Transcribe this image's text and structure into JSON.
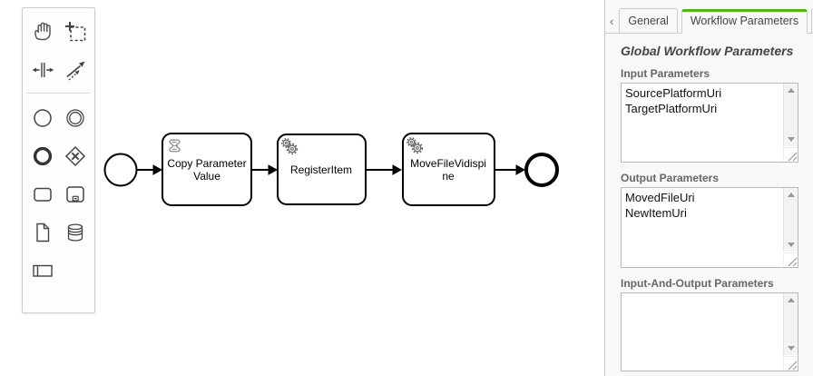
{
  "palette": {
    "tools": [
      {
        "name": "hand-tool"
      },
      {
        "name": "lasso-tool"
      },
      {
        "name": "space-tool"
      },
      {
        "name": "global-connect-tool"
      },
      {
        "name": "create-start-event"
      },
      {
        "name": "create-intermediate-event"
      },
      {
        "name": "create-end-event"
      },
      {
        "name": "create-gateway"
      },
      {
        "name": "create-task"
      },
      {
        "name": "create-subprocess"
      },
      {
        "name": "create-data-object"
      },
      {
        "name": "create-data-store"
      },
      {
        "name": "create-participant"
      }
    ]
  },
  "diagram": {
    "start_event": {
      "type": "start-event"
    },
    "tasks": [
      {
        "type": "script-task",
        "label": "Copy Parameter Value",
        "lines": [
          "Copy Parameter",
          "Value"
        ]
      },
      {
        "type": "service-task",
        "label": "RegisterItem",
        "lines": [
          "RegisterItem"
        ]
      },
      {
        "type": "service-task",
        "label": "MoveFileVidispine",
        "lines": [
          "MoveFileVidispi",
          "ne"
        ]
      }
    ],
    "end_event": {
      "type": "end-event"
    }
  },
  "panel": {
    "scroll_left": "‹",
    "scroll_right": "›",
    "tabs": [
      {
        "label": "General",
        "active": false
      },
      {
        "label": "Workflow Parameters",
        "active": true
      },
      {
        "label": "I",
        "active": false
      }
    ],
    "heading": "Global Workflow Parameters",
    "accent_green": "#52b415",
    "sections": [
      {
        "label": "Input Parameters",
        "lines": [
          "SourcePlatformUri",
          "TargetPlatformUri"
        ]
      },
      {
        "label": "Output Parameters",
        "lines": [
          "MovedFileUri",
          "NewItemUri"
        ]
      },
      {
        "label": "Input-And-Output Parameters",
        "lines": []
      }
    ]
  }
}
